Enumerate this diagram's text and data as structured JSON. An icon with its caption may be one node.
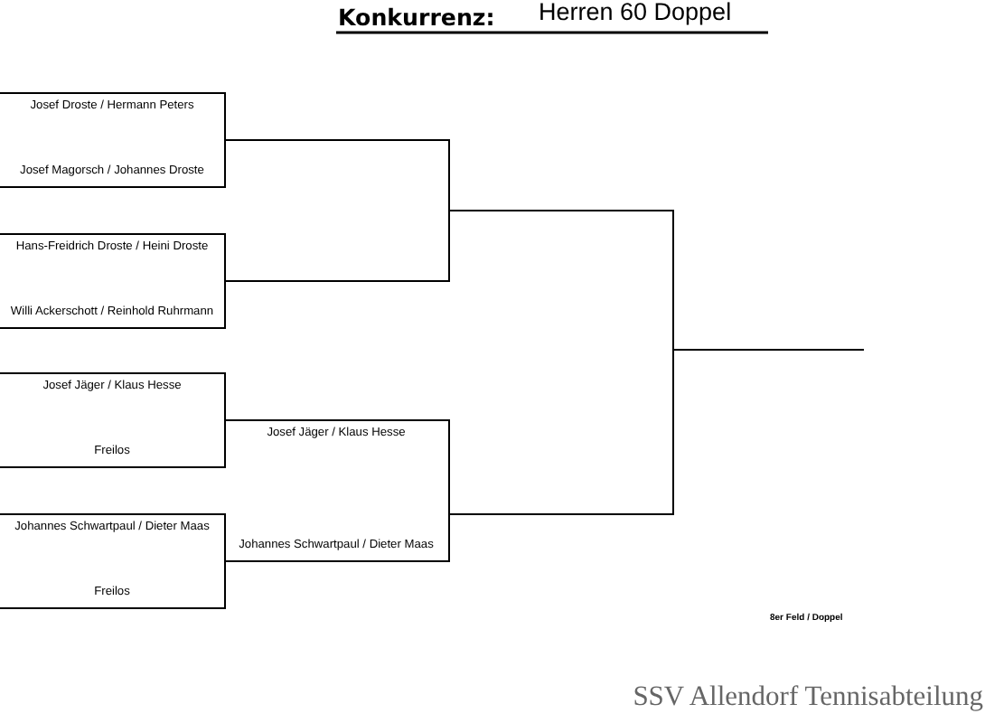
{
  "diagram": {
    "title": "Konkurrenz:",
    "nodes": [
      {
        "text": [
          "Josef Droste / Hermann Peters",
          "Josef Magorsch / Johannes Droste"
        ]
      },
      {
        "text": [
          "Hans-Freidrich Droste / Heini Droste",
          "Willi Ackerschott / Reinhold Ruhrmann"
        ]
      },
      {
        "text": [
          "Josef Jäger / Klaus Hesse",
          "Freilos"
        ]
      },
      {
        "text": [
          "Johannes Schwartpaul / Dieter Maas",
          "Freilos"
        ]
      },
      {
        "text": [],
        "shape": "bracket"
      },
      {
        "text": [
          "Josef Jäger / Klaus Hesse",
          "Johannes Schwartpaul / Dieter Maas"
        ]
      },
      {
        "text": [],
        "shape": "bracket"
      },
      {
        "text": [],
        "shape": "line"
      }
    ],
    "labels": [
      "Herren 60 Doppel",
      "8er Feld / Doppel",
      "SSV Allendorf Tennisabteilung"
    ]
  }
}
